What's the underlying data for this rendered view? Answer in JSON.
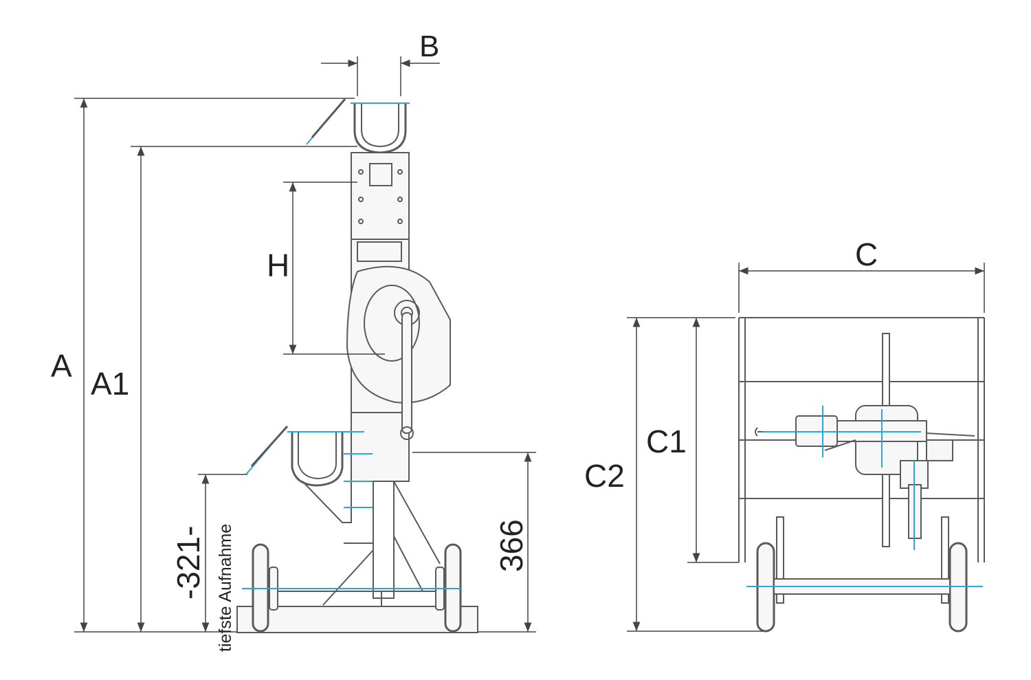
{
  "labels": {
    "a": "A",
    "a1": "A1",
    "b": "B",
    "h": "H",
    "c": "C",
    "c1": "C1",
    "c2": "C2",
    "d366": "366",
    "d321": "-321-",
    "lowest_pickup": "tiefste Aufnahme"
  },
  "colors": {
    "line": "#5a5a5a",
    "dim": "#444444",
    "accent": "#29a8d6",
    "fill": "#f7f7f7"
  }
}
